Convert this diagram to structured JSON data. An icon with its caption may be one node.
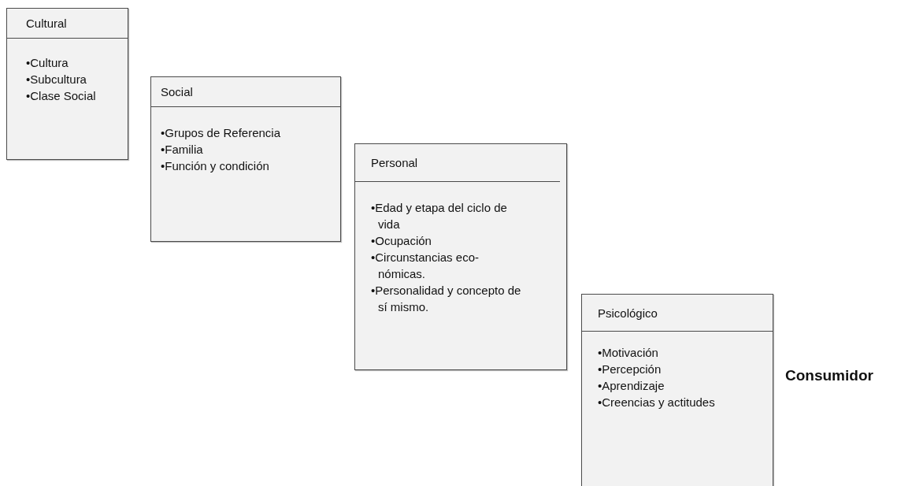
{
  "diagram": {
    "nodes": [
      {
        "text": [
          "Cultural",
          "•Cultura",
          "•Subcultura",
          "•Clase Social"
        ]
      },
      {
        "text": [
          "Social",
          "•Grupos de Referencia",
          "•Familia",
          "•Función y condición"
        ]
      },
      {
        "text": [
          "Personal",
          "•Edad y etapa del ciclo de vida",
          "•Ocupación",
          "•Circunstancias eco- nómicas.",
          "•Personalidad y concepto de sí mismo."
        ]
      },
      {
        "text": [
          "Psicológico",
          "•Motivación",
          "•Percepción",
          "•Aprendizaje",
          "•Creencias y actitudes"
        ]
      }
    ],
    "labels": [
      "Consumidor"
    ]
  }
}
